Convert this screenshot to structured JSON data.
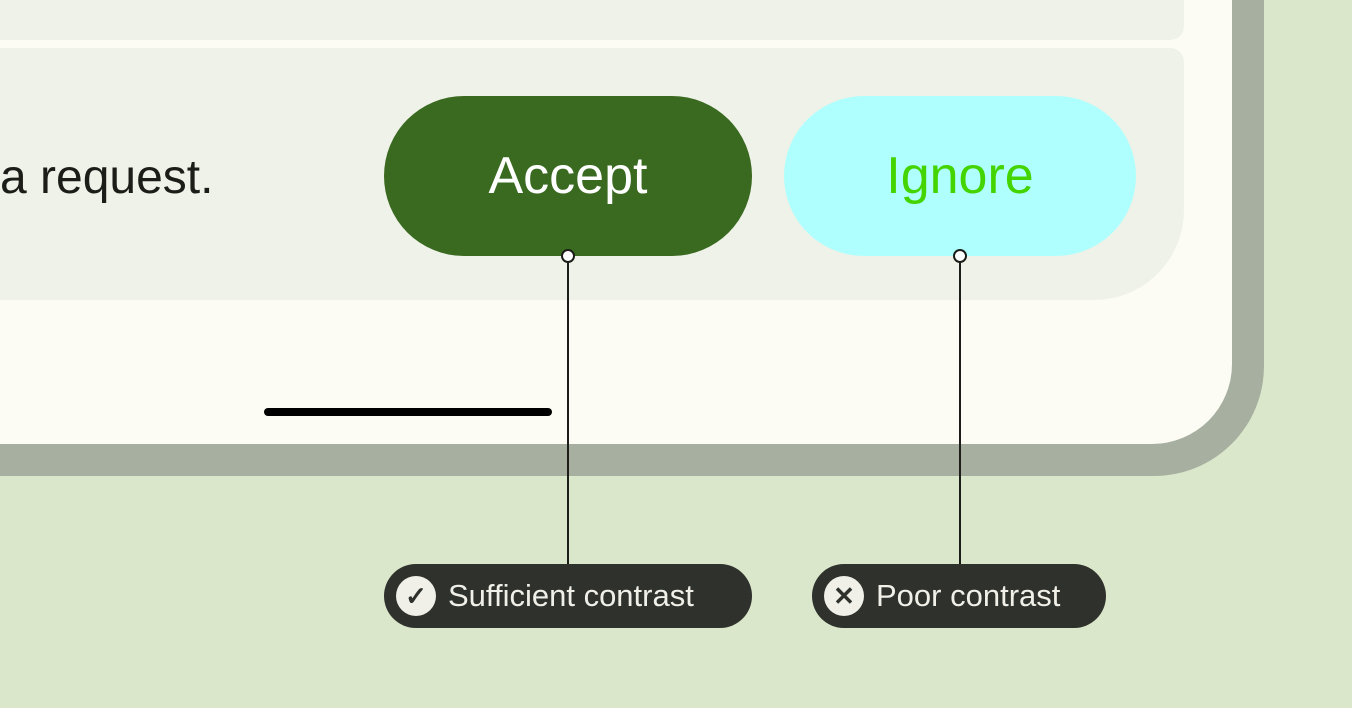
{
  "message": "a request.",
  "buttons": {
    "accept": "Accept",
    "ignore": "Ignore"
  },
  "annotations": {
    "good": {
      "label": "Sufficient contrast",
      "icon": "check-icon",
      "glyph": "✓"
    },
    "bad": {
      "label": "Poor contrast",
      "icon": "x-icon",
      "glyph": "✕"
    }
  },
  "colors": {
    "accept_bg": "#396a20",
    "accept_text": "#ffffff",
    "ignore_bg": "#aefffe",
    "ignore_text": "#44d400"
  }
}
